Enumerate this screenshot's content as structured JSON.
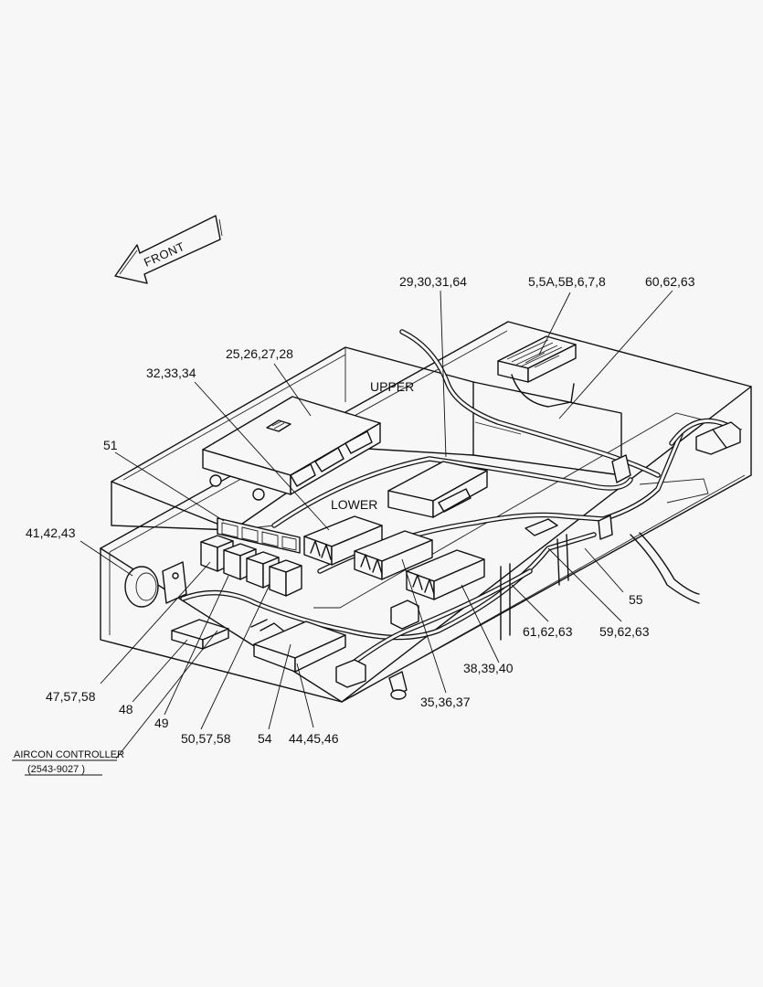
{
  "front_arrow": "FRONT",
  "zones": {
    "upper": "UPPER",
    "lower": "LOWER"
  },
  "callouts": [
    "29,30,31,64",
    "5,5A,5B,6,7,8",
    "60,62,63",
    "25,26,27,28",
    "32,33,34",
    "51",
    "41,42,43",
    "55",
    "61,62,63",
    "59,62,63",
    "38,39,40",
    "47,57,58",
    "48",
    "35,36,37",
    "49",
    "50,57,58",
    "54",
    "44,45,46"
  ],
  "aircon": {
    "title": "AIRCON CONTROLLER",
    "part": "(2543-9027 )"
  }
}
